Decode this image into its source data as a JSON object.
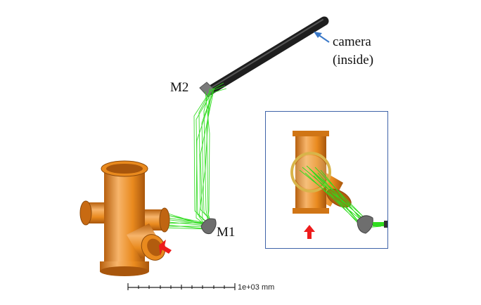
{
  "labels": {
    "m1": "M1",
    "m2": "M2",
    "camera": "camera",
    "camera_note": "(inside)"
  },
  "scale": {
    "label": "1e+03 mm"
  },
  "colors": {
    "pipe": "#e98a1e",
    "pipe_dark": "#b7600e",
    "pipe_light": "#f7b46a",
    "rays": "#2fdc1e",
    "camera_tube": "#1e1e1e",
    "mirror": "#7a7a7a",
    "arrow_red": "#ee1c1c",
    "arrow_blue": "#3a78c8",
    "inset_border": "#3f63a8"
  }
}
